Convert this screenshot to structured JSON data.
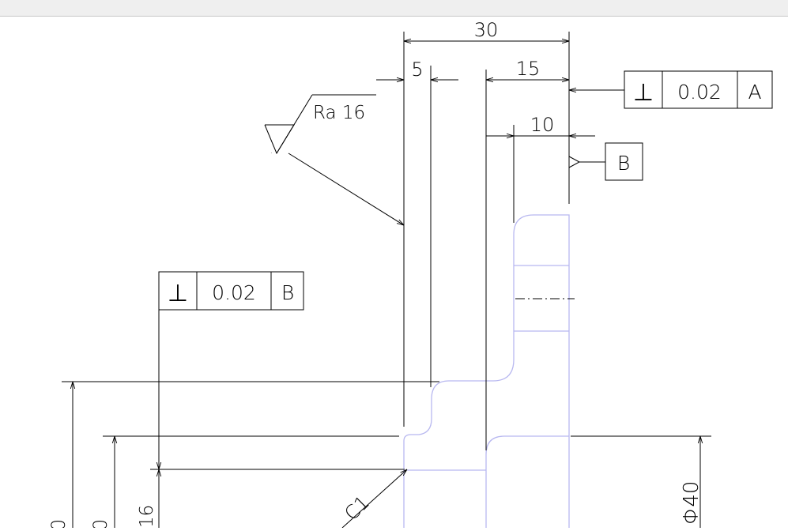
{
  "window": {
    "title": ""
  },
  "drawing": {
    "colors": {
      "dimension_line": "#000000",
      "part_outline": "#b8b8f0",
      "background": "#ffffff"
    },
    "dimensions": {
      "overall_width": "30",
      "step_width": "5",
      "right_width": "15",
      "right_inner": "10",
      "left_dia_1": "0",
      "left_dia_2": "0",
      "bore_label": "16",
      "right_dia": "Φ40",
      "chamfer": "C1"
    },
    "surface_finish": {
      "text": "Ra 16",
      "icon": "surface-roughness-triangle"
    },
    "gdt_top": {
      "symbol": "⊥",
      "tolerance": "0.02",
      "datum": "A"
    },
    "gdt_left": {
      "symbol": "⊥",
      "tolerance": "0.02",
      "datum": "B"
    },
    "datum_marker": {
      "label": "B"
    }
  }
}
